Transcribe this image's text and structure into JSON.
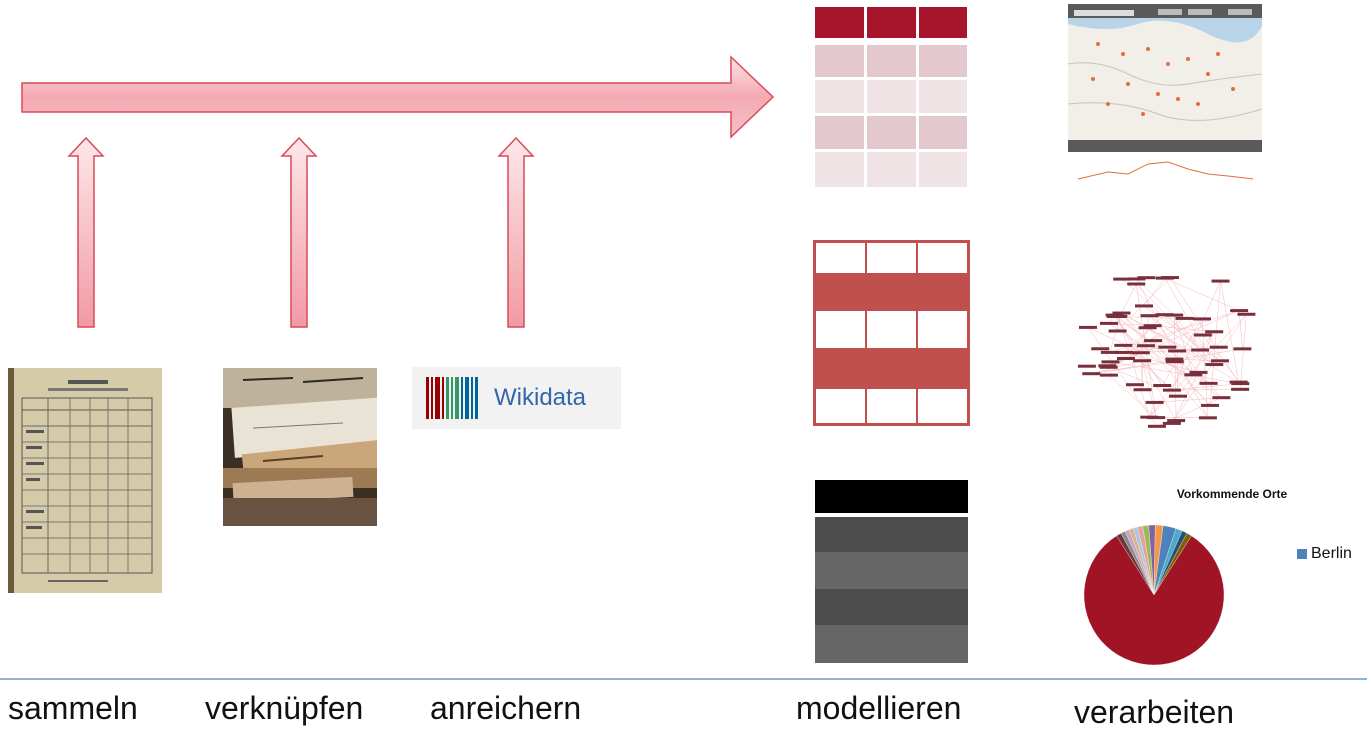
{
  "steps": [
    "sammeln",
    "verknüpfen",
    "anreichern",
    "modellieren",
    "verarbeiten"
  ],
  "wikidata": {
    "label": "Wikidata",
    "bar_colors": [
      "#990000",
      "#339966",
      "#006699"
    ]
  },
  "pie_chart": {
    "title": "Vorkommende Orte",
    "legend_label": "Berlin",
    "legend_color": "#4f81bd"
  },
  "colors": {
    "arrow_fill": "#f7c3c8",
    "arrow_stroke": "#d94a5a",
    "table_header": "#a6152c",
    "table_row": "#e3c9cd",
    "table_row_light": "#f0e3e5",
    "grid_red": "#c0504d",
    "pie_main": "#a11426"
  }
}
